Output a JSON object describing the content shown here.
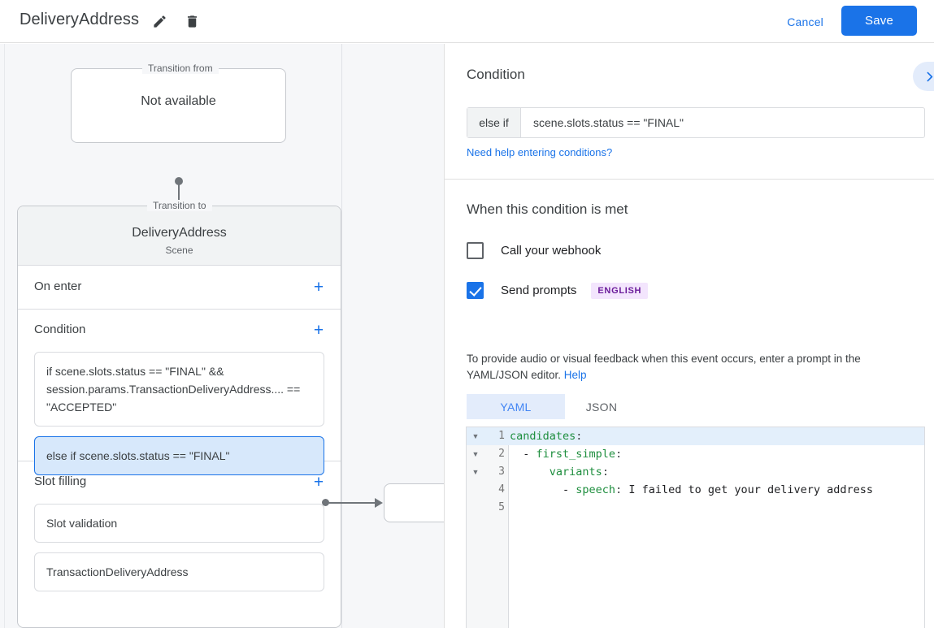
{
  "appbar": {
    "title": "DeliveryAddress",
    "edit_icon": "pencil-icon",
    "delete_icon": "trash-icon",
    "cancel_label": "Cancel",
    "save_label": "Save",
    "accent_color": "#1a73e8"
  },
  "graph": {
    "from_node": {
      "legend": "Transition from",
      "label": "Not available"
    },
    "to_node": {
      "legend": "Transition to",
      "title": "DeliveryAddress",
      "subtitle": "Scene"
    },
    "sections": [
      {
        "title": "On enter",
        "add_label": "+",
        "items": []
      },
      {
        "title": "Condition",
        "add_label": "+",
        "items": [
          {
            "text": "if scene.slots.status == \"FINAL\" && session.params.TransactionDeliveryAddress.... == \"ACCEPTED\"",
            "selected": false
          },
          {
            "text": "else if scene.slots.status == \"FINAL\"",
            "selected": true
          }
        ]
      },
      {
        "title": "Slot filling",
        "add_label": "+",
        "items": [
          {
            "text": "Slot validation",
            "selected": false
          },
          {
            "text": "TransactionDeliveryAddress",
            "selected": false
          }
        ]
      }
    ]
  },
  "panel": {
    "expand_icon": "chevron-right-icon",
    "condition": {
      "heading": "Condition",
      "prefix": "else if",
      "value": "scene.slots.status == \"FINAL\"",
      "help_link": "Need help entering conditions?"
    },
    "when_met": {
      "heading": "When this condition is met",
      "webhook": {
        "label": "Call your webhook",
        "checked": false
      },
      "prompts": {
        "label": "Send prompts",
        "checked": true,
        "badge": "ENGLISH"
      },
      "description_before": "To provide audio or visual feedback when this event occurs, enter a prompt in the YAML/JSON editor. ",
      "description_link": "Help"
    },
    "editor": {
      "tabs": [
        {
          "label": "YAML",
          "active": true
        },
        {
          "label": "JSON",
          "active": false
        }
      ],
      "lines": [
        {
          "num": "1",
          "foldable": true,
          "highlight": true,
          "indent": "",
          "key": "candidates",
          "colon": ":",
          "value": ""
        },
        {
          "num": "2",
          "foldable": true,
          "highlight": false,
          "indent": "  - ",
          "key": "first_simple",
          "colon": ":",
          "value": ""
        },
        {
          "num": "3",
          "foldable": true,
          "highlight": false,
          "indent": "      ",
          "key": "variants",
          "colon": ":",
          "value": ""
        },
        {
          "num": "4",
          "foldable": false,
          "highlight": false,
          "indent": "        - ",
          "key": "speech",
          "colon": ":",
          "value": " I failed to get your delivery address"
        },
        {
          "num": "5",
          "foldable": false,
          "highlight": false,
          "indent": "",
          "key": "",
          "colon": "",
          "value": ""
        }
      ]
    }
  }
}
